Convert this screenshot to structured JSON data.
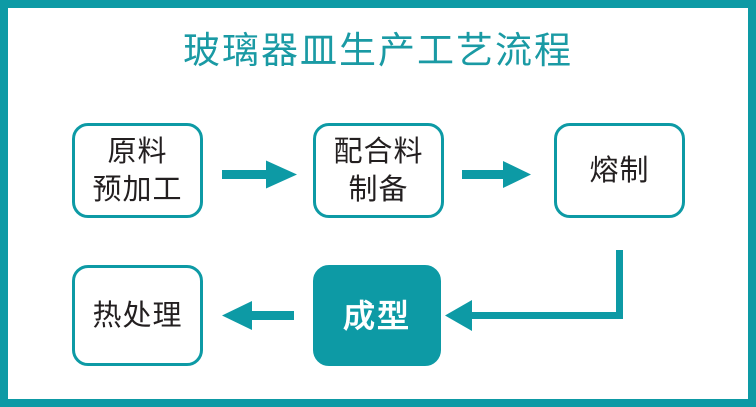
{
  "title": "玻璃器皿生产工艺流程",
  "colors": {
    "accent": "#0d9aa5",
    "title_text": "#1a9aa4",
    "box_text": "#231f20",
    "filled_box_text": "#ffffff",
    "background": "#ffffff"
  },
  "frame": {
    "border_color": "#0d9aa5"
  },
  "nodes": [
    {
      "id": "raw",
      "label": "原料\n预加工",
      "style": "outline"
    },
    {
      "id": "batch",
      "label": "配合料\n制备",
      "style": "outline"
    },
    {
      "id": "melt",
      "label": "熔制",
      "style": "outline"
    },
    {
      "id": "forming",
      "label": "成型",
      "style": "filled"
    },
    {
      "id": "anneal",
      "label": "热处理",
      "style": "outline"
    }
  ],
  "connectors": [
    {
      "id": "raw-to-batch",
      "from": "raw",
      "to": "batch",
      "direction": "right",
      "shape": "straight"
    },
    {
      "id": "batch-to-melt",
      "from": "batch",
      "to": "melt",
      "direction": "right",
      "shape": "straight"
    },
    {
      "id": "melt-to-forming",
      "from": "melt",
      "to": "forming",
      "direction": "left",
      "shape": "elbow"
    },
    {
      "id": "forming-to-anneal",
      "from": "forming",
      "to": "anneal",
      "direction": "left",
      "shape": "straight"
    }
  ]
}
